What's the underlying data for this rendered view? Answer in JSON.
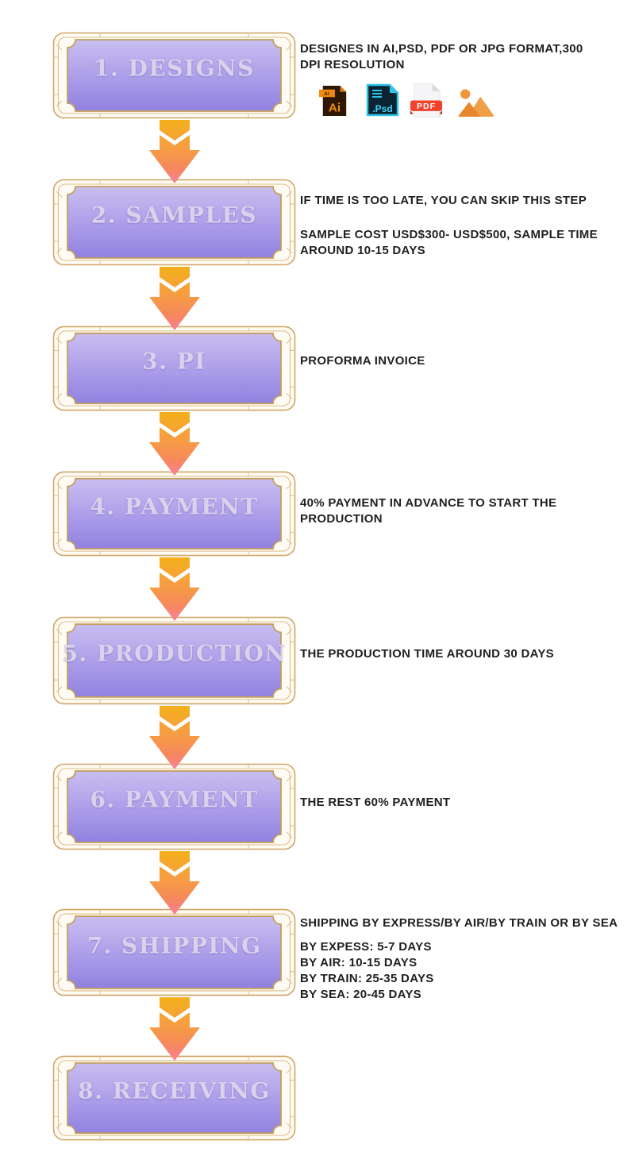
{
  "flow": {
    "colors": {
      "plaque_top": "#C8BDF0",
      "plaque_bottom": "#9181E1",
      "frame_gold": "#CFA666",
      "frame_cream": "#FEFBF4",
      "label_text": "#D8D2EA",
      "arrow_top": "#F4B01B",
      "arrow_mid": "#F69C44",
      "arrow_bottom": "#F97F9F",
      "description_text": "#1F1F1F"
    },
    "steps": [
      {
        "id": 1,
        "label": "1. DESIGNS",
        "paragraphs": [
          "DESIGNES IN AI,PSD, PDF OR JPG FORMAT,300\nDPI RESOLUTION"
        ],
        "file_icons": [
          {
            "type": "ai-file",
            "tab_label": "Ai",
            "label": "Ai"
          },
          {
            "type": "psd-file",
            "label": ".Psd"
          },
          {
            "type": "pdf-file",
            "label": "PDF"
          },
          {
            "type": "jpg-image",
            "label": ""
          }
        ]
      },
      {
        "id": 2,
        "label": "2. SAMPLES",
        "paragraphs": [
          "IF TIME IS TOO LATE, YOU CAN SKIP THIS STEP",
          "SAMPLE COST USD$300- USD$500, SAMPLE TIME\nAROUND 10-15 DAYS"
        ]
      },
      {
        "id": 3,
        "label": "3. PI",
        "paragraphs": [
          "PROFORMA INVOICE"
        ]
      },
      {
        "id": 4,
        "label": "4. PAYMENT",
        "paragraphs": [
          "40% PAYMENT IN ADVANCE TO START THE\nPRODUCTION"
        ]
      },
      {
        "id": 5,
        "label": "5. PRODUCTION",
        "paragraphs": [
          "THE PRODUCTION TIME AROUND 30 DAYS"
        ]
      },
      {
        "id": 6,
        "label": "6. PAYMENT",
        "paragraphs": [
          "THE REST 60% PAYMENT"
        ]
      },
      {
        "id": 7,
        "label": "7. SHIPPING",
        "paragraphs": [
          "SHIPPING BY EXPRESS/BY AIR/BY TRAIN OR BY SEA",
          "BY EXPESS: 5-7 DAYS\nBY AIR: 10-15 DAYS\nBY TRAIN: 25-35 DAYS\nBY SEA: 20-45 DAYS"
        ]
      },
      {
        "id": 8,
        "label": "8. RECEIVING",
        "paragraphs": []
      }
    ]
  }
}
